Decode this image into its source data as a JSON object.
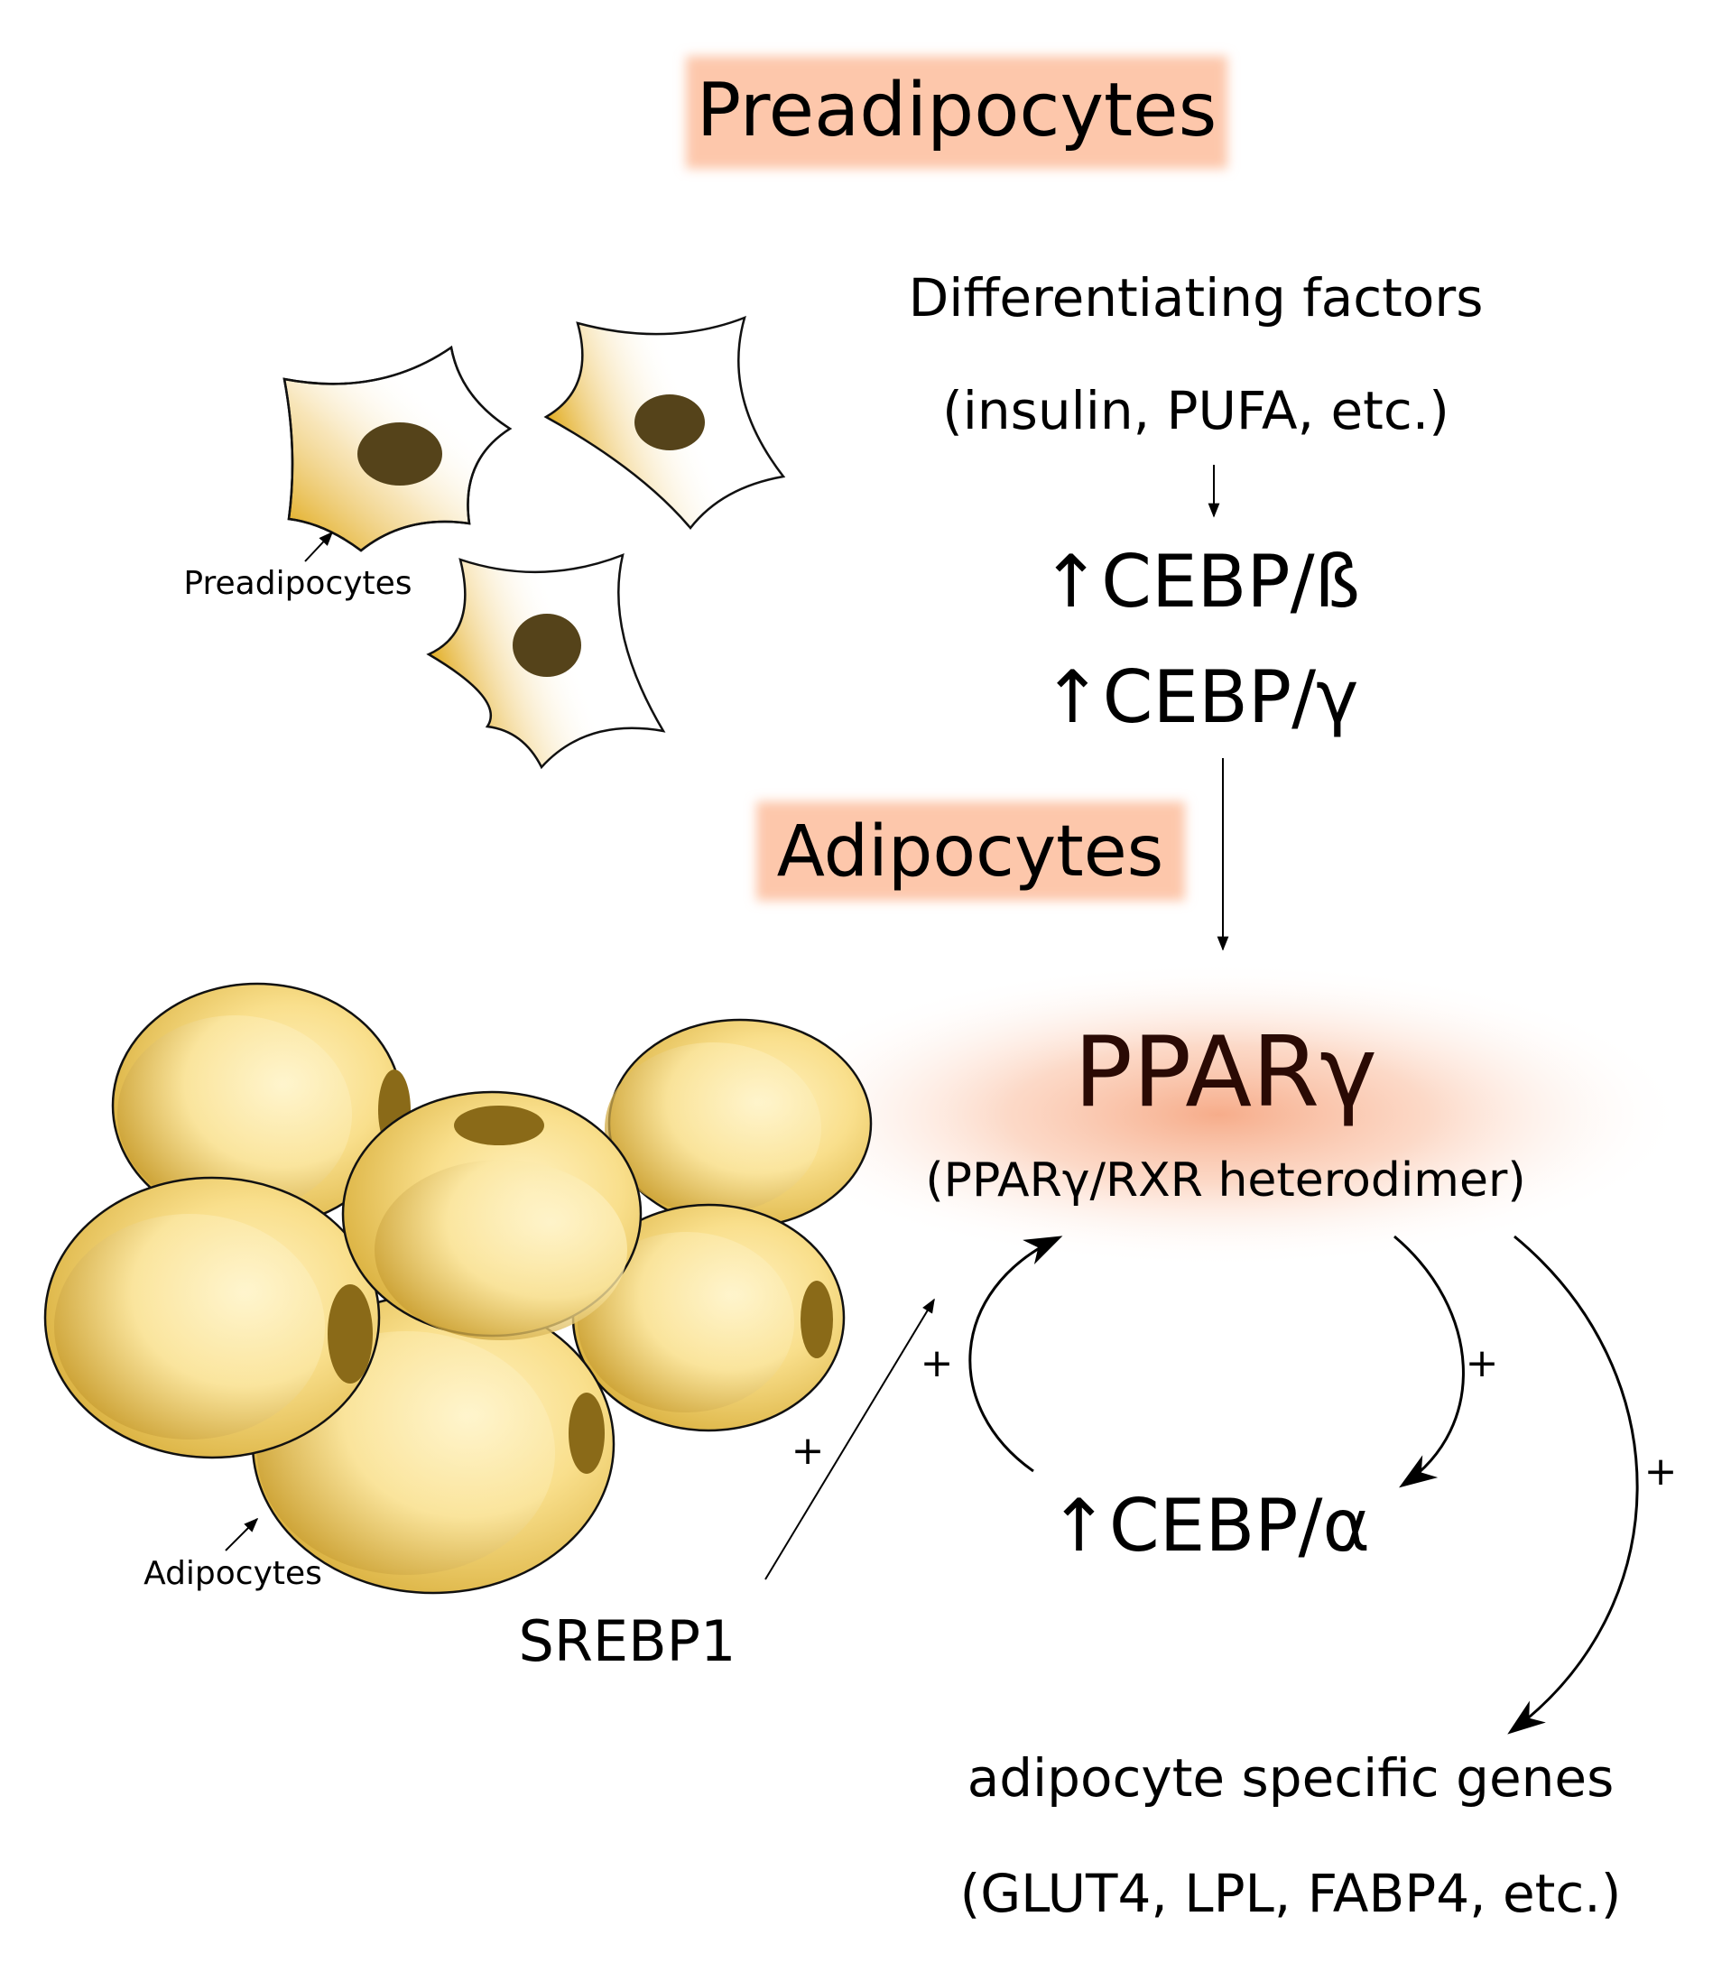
{
  "stage_labels": {
    "preadipocytes": "Preadipocytes",
    "adipocytes": "Adipocytes"
  },
  "factors": {
    "line1": "Differentiating factors",
    "line2": "(insulin, PUFA, etc.)"
  },
  "cebp_beta": "↑CEBP/ß",
  "cebp_gamma": "↑CEBP/γ",
  "ppar": {
    "title": "PPARγ",
    "subtitle": "(PPARγ/RXR heterodimer)"
  },
  "cebp_alpha": "↑CEBP/α",
  "srebp": "SREBP1",
  "plus": "+",
  "genes": {
    "line1": "adipocyte specific genes",
    "line2": "(GLUT4, LPL, FABP4, etc.)"
  },
  "cell_labels": {
    "preadipocytes": "Preadipocytes",
    "adipocytes": "Adipocytes"
  },
  "colors": {
    "stage_highlight": "#fdc7ab",
    "ppar_glow": "#f8b494",
    "ppar_text": "#2a0a04",
    "preadipocyte_fill": "#e0a800",
    "nucleus": "#55431a",
    "adipocyte_fill": "#f8de8a",
    "adipocyte_shade": "#c79a22",
    "adipocyte_nucleus": "#8a6a18"
  }
}
